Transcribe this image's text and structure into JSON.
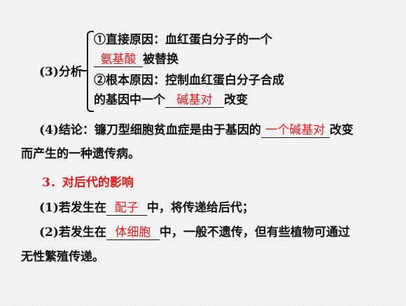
{
  "s3": {
    "label": "(3)分析",
    "item1_line1": "①直接原因：血红蛋白分子的一个",
    "item1_answer": "氨基酸",
    "item1_line2_tail": "被替换",
    "item2_line1": "②根本原因：控制血红蛋白分子合成",
    "item2_line2_head": "的基因中一个",
    "item2_answer": "碱基对",
    "item2_line2_tail": "改变"
  },
  "s4": {
    "head": "(4)结论：镰刀型细胞贫血症是由于基因的",
    "answer": "一个碱基对",
    "tail": "改变",
    "line2": "而产生的一种遗传病。"
  },
  "section3": {
    "title": "3．对后代的影响"
  },
  "q1": {
    "head": "(1)若发生在",
    "answer": "配子",
    "tail": "中，将传递给后代；"
  },
  "q2": {
    "head": "(2)若发生在",
    "answer": "体细胞",
    "tail": "中，一般不遗传，但有些植物可通过",
    "line2": "无性繁殖传递。"
  }
}
